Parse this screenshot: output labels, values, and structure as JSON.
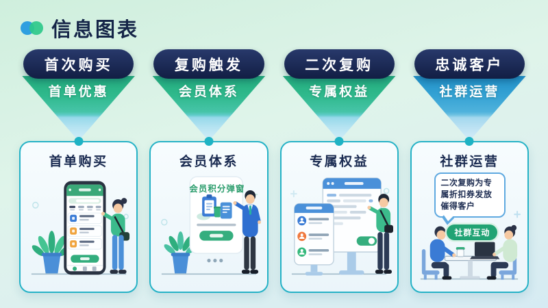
{
  "brand": {
    "title": "信息图表"
  },
  "columns": [
    {
      "stage": "首次购买",
      "funnel_label": "首单优惠",
      "card_title": "首单购买"
    },
    {
      "stage": "复购触发",
      "funnel_label": "会员体系",
      "card_title": "会员体系"
    },
    {
      "stage": "二次复购",
      "funnel_label": "专属权益",
      "card_title": "专属权益"
    },
    {
      "stage": "忠诚客户",
      "funnel_label": "社群运营",
      "card_title": "社群运营"
    }
  ],
  "member_popup": {
    "title": "会员积分弹窗"
  },
  "community_card": {
    "bubble_lines": [
      "二次复购为专",
      "属折扣券发放",
      "催得客户"
    ],
    "tag": "社群互动"
  },
  "colors": {
    "accent_teal": "#25b2c6",
    "navy": "#16254a",
    "funnel_green": "#2fb98c",
    "funnel_blue": "#35a2d4",
    "button_green": "#35ae7e",
    "logo_blue": "#2f9fe0",
    "logo_green": "#2ec98a"
  }
}
